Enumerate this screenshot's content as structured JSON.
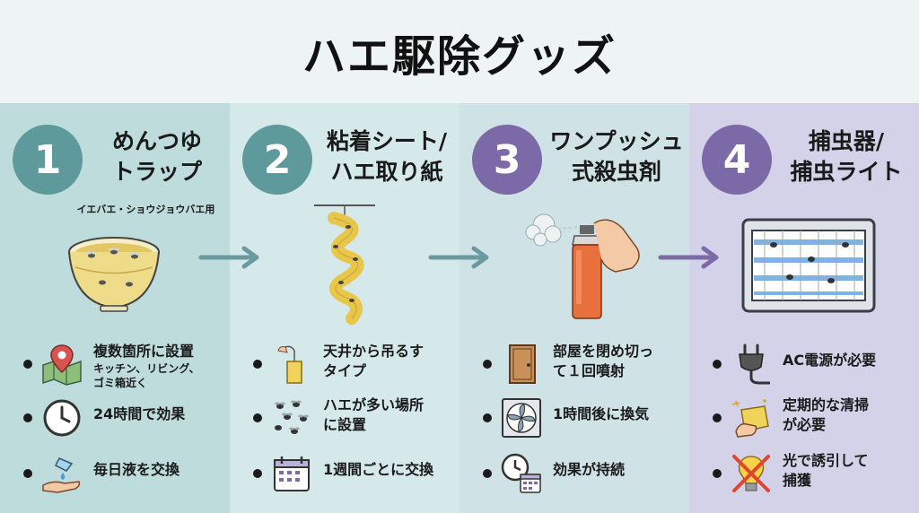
{
  "title": "ハエ駆除グッズ",
  "columns": [
    {
      "number": "1",
      "title_lines": [
        "めんつゆ",
        "トラップ"
      ],
      "subtitle": "イエバエ・ショウジョウバエ用",
      "features": [
        {
          "icon": "map-pin-icon",
          "text": "複数箇所に設置",
          "sub_lines": [
            "キッチン、リビング、",
            "ゴミ箱近く"
          ]
        },
        {
          "icon": "clock-icon",
          "text_lines": [
            "24時間で効果"
          ]
        },
        {
          "icon": "water-hand-icon",
          "text_lines": [
            "毎日液を交換"
          ]
        }
      ]
    },
    {
      "number": "2",
      "title_lines": [
        "粘着シート/",
        "ハエ取り紙"
      ],
      "features": [
        {
          "icon": "hanging-tag-icon",
          "text_lines": [
            "天井から吊るす",
            "タイプ"
          ]
        },
        {
          "icon": "many-flies-icon",
          "text_lines": [
            "ハエが多い場所",
            "に設置"
          ]
        },
        {
          "icon": "calendar-icon",
          "text_lines": [
            "1週間ごとに交換"
          ]
        }
      ]
    },
    {
      "number": "3",
      "title_lines": [
        "ワンプッシュ",
        "式殺虫剤"
      ],
      "features": [
        {
          "icon": "door-icon",
          "text_lines": [
            "部屋を閉め切っ",
            "て１回噴射"
          ]
        },
        {
          "icon": "ventilation-fan-icon",
          "text_lines": [
            "1時間後に換気"
          ]
        },
        {
          "icon": "clock-calendar-icon",
          "text_lines": [
            "効果が持続"
          ]
        }
      ]
    },
    {
      "number": "4",
      "title_lines": [
        "捕虫器/",
        "捕虫ライト"
      ],
      "features": [
        {
          "icon": "power-plug-icon",
          "text_lines": [
            "AC電源が必要"
          ]
        },
        {
          "icon": "cleaning-cloth-icon",
          "text_lines": [
            "定期的な清掃",
            "が必要"
          ]
        },
        {
          "icon": "no-light-icon",
          "text_lines": [
            "光で誘引して",
            "捕獲"
          ]
        }
      ]
    }
  ],
  "colors": {
    "teal_badge": "#5e9a9c",
    "purple_badge": "#7c6aa8",
    "col1_bg": "#bfdcdc",
    "col4_bg": "#d3d2e8"
  }
}
